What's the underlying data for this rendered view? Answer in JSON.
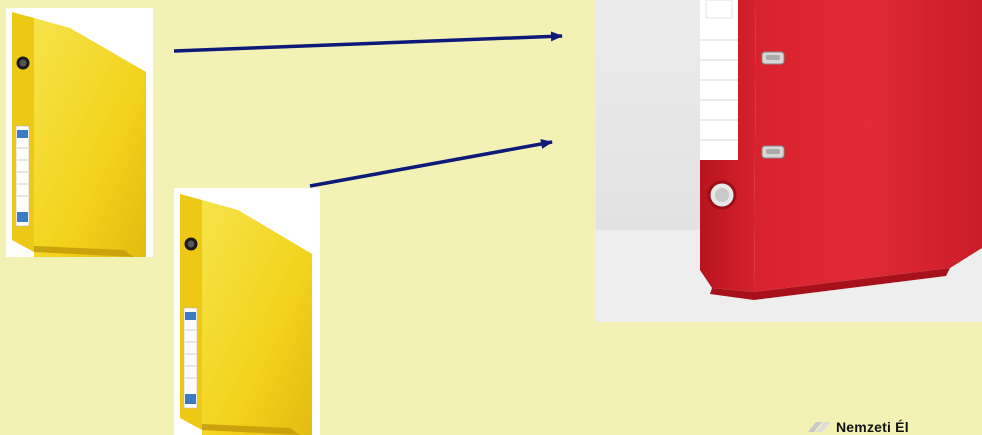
{
  "images": {
    "yellow_binder_1": {
      "icon": "yellow-binder",
      "color": "#f2d31c"
    },
    "yellow_binder_2": {
      "icon": "yellow-binder",
      "color": "#f2d31c"
    },
    "red_binder": {
      "icon": "red-lever-arch-binder",
      "color": "#d92430"
    }
  },
  "arrows": {
    "color": "#0d1a7a",
    "count": 2
  },
  "footer": {
    "logo_text": "Nemzeti Él"
  }
}
